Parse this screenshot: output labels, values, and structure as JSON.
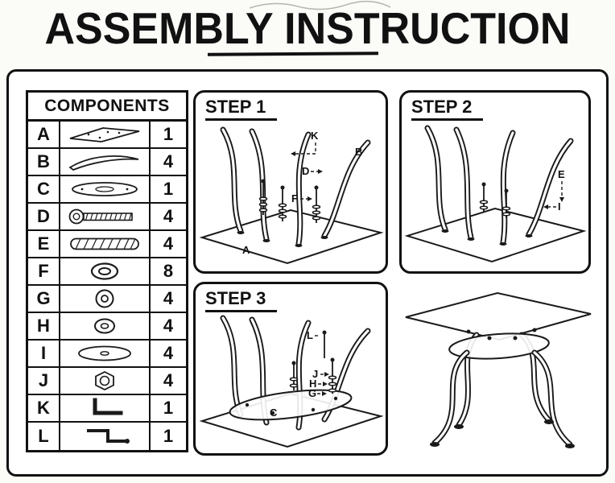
{
  "title": "ASSEMBLY INSTRUCTION",
  "components": {
    "header": "COMPONENTS",
    "rows": [
      {
        "letter": "A",
        "qty": "1",
        "icon": "glass-top"
      },
      {
        "letter": "B",
        "qty": "4",
        "icon": "curved-leg"
      },
      {
        "letter": "C",
        "qty": "1",
        "icon": "oval-shelf"
      },
      {
        "letter": "D",
        "qty": "4",
        "icon": "socket-bolt"
      },
      {
        "letter": "E",
        "qty": "4",
        "icon": "dowel"
      },
      {
        "letter": "F",
        "qty": "8",
        "icon": "ring-spacer"
      },
      {
        "letter": "G",
        "qty": "4",
        "icon": "washer"
      },
      {
        "letter": "H",
        "qty": "4",
        "icon": "flat-washer"
      },
      {
        "letter": "I",
        "qty": "4",
        "icon": "large-disc"
      },
      {
        "letter": "J",
        "qty": "4",
        "icon": "hex-nut"
      },
      {
        "letter": "K",
        "qty": "1",
        "icon": "allen-key"
      },
      {
        "letter": "L",
        "qty": "1",
        "icon": "assembly-tool"
      }
    ]
  },
  "steps": {
    "step1": {
      "title": "STEP 1",
      "labels": {
        "k": "K",
        "d": "D",
        "f": "F",
        "b": "B",
        "a": "A"
      }
    },
    "step2": {
      "title": "STEP 2",
      "labels": {
        "e": "E",
        "i": "I"
      }
    },
    "step3": {
      "title": "STEP 3",
      "labels": {
        "l": "L",
        "j": "J",
        "h": "H",
        "g": "G",
        "c": "C"
      }
    }
  }
}
